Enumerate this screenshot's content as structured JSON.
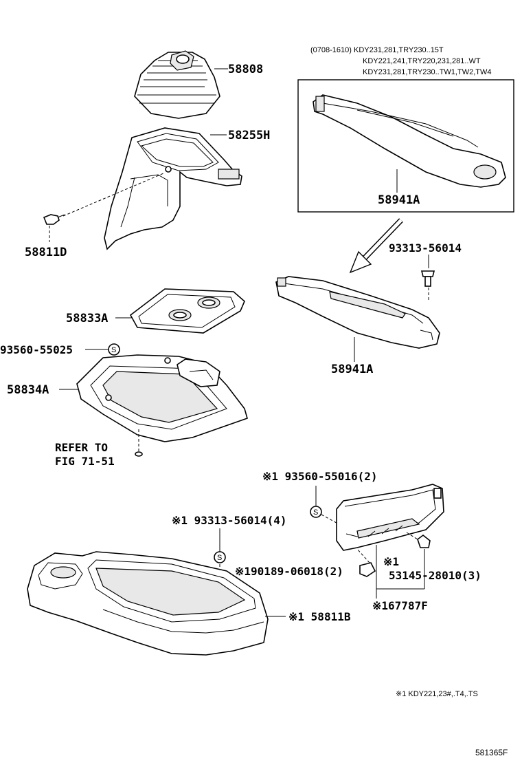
{
  "labels": {
    "boot": "58808",
    "bezel_upper": "58255H",
    "clip_upper": "58811D",
    "plate": "58833A",
    "screw_s1": "93560-55025",
    "bezel_lower": "58834A",
    "refer_line1": "REFER TO",
    "refer_line2": "FIG 71-51",
    "inset_part": "58941A",
    "screw_right": "93313-56014",
    "right_part": "58941A",
    "screw_s2": "※1 93560-55016(2)",
    "screw_s3": "※1 93313-56014(4)",
    "clip_small": "※190189-06018(2)",
    "bulb": "53145-28010(3)",
    "bulb_mark": "※1",
    "assembly": "※167787F",
    "console": "※1 58811B",
    "s_symbol": "S"
  },
  "inset_header": {
    "line1": "(0708-1610) KDY231,281,TRY230..15T",
    "line2": "KDY221,241,TRY220,231,281..WT",
    "line3": "KDY231,281,TRY230..TW1,TW2,TW4"
  },
  "footnote": "※1   KDY221,23#,.T4,.TS",
  "figure_code": "581365F"
}
